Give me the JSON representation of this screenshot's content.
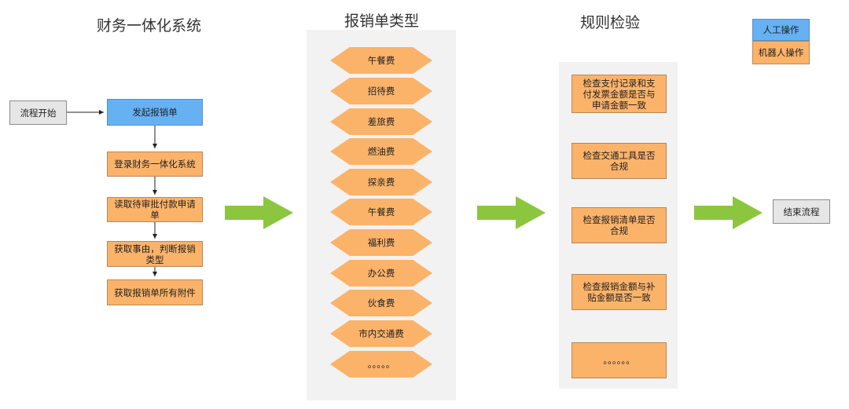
{
  "titles": {
    "system": "财务一体化系统",
    "types": "报销单类型",
    "rules": "规则检验"
  },
  "legend": {
    "manual": "人工操作",
    "robot": "机器人操作"
  },
  "flow": {
    "start": "流程开始",
    "initiate": "发起报销单",
    "steps": [
      "登录财务一体化系统",
      "读取待审批付款申请单",
      "获取事由，判断报销类型",
      "获取报销单所有附件"
    ],
    "end": "结束流程"
  },
  "expense_types": [
    "午餐费",
    "招待费",
    "差旅费",
    "燃油费",
    "探亲费",
    "午餐费",
    "福利费",
    "办公费",
    "伙食费",
    "市内交通费",
    "。。。。。"
  ],
  "checks": [
    "检查支付记录和支付发票金额是否与申请金额一致",
    "检查交通工具是否合规",
    "检查报销清单是否合规",
    "检查报销金额与补贴金额是否一致",
    "。。。。。。"
  ],
  "colors": {
    "manual": "#66b1f2",
    "robot": "#fbb36a",
    "arrow": "#8cc63f"
  }
}
